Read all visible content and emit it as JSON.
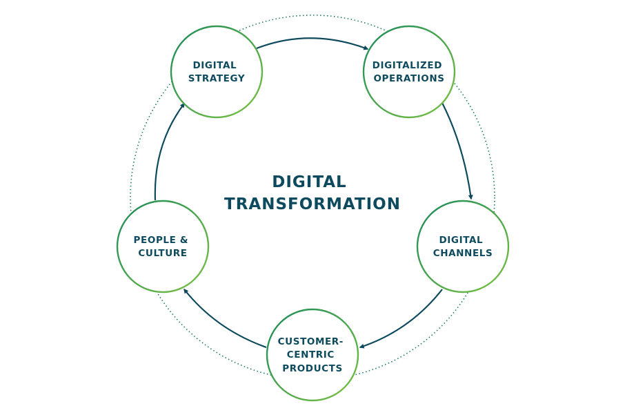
{
  "title": {
    "line1": "DIGITAL",
    "line2": "TRANSFORMATION"
  },
  "nodes": [
    {
      "id": "digital-strategy",
      "lines": [
        "DIGITAL",
        "STRATEGY"
      ]
    },
    {
      "id": "digitalized-operations",
      "lines": [
        "DIGITALIZED",
        "OPERATIONS"
      ]
    },
    {
      "id": "digital-channels",
      "lines": [
        "DIGITAL",
        "CHANNELS"
      ]
    },
    {
      "id": "customer-centric-products",
      "lines": [
        "CUSTOMER-",
        "CENTRIC",
        "PRODUCTS"
      ]
    },
    {
      "id": "people-culture",
      "lines": [
        "PEOPLE &",
        "CULTURE"
      ]
    }
  ],
  "colors": {
    "text": "#0e4a5e",
    "arrow": "#0e4a5e",
    "node_stroke_green": "#6abf45",
    "node_stroke_dark": "#1a8a5a",
    "dotted_ring": "#1a7a55"
  }
}
